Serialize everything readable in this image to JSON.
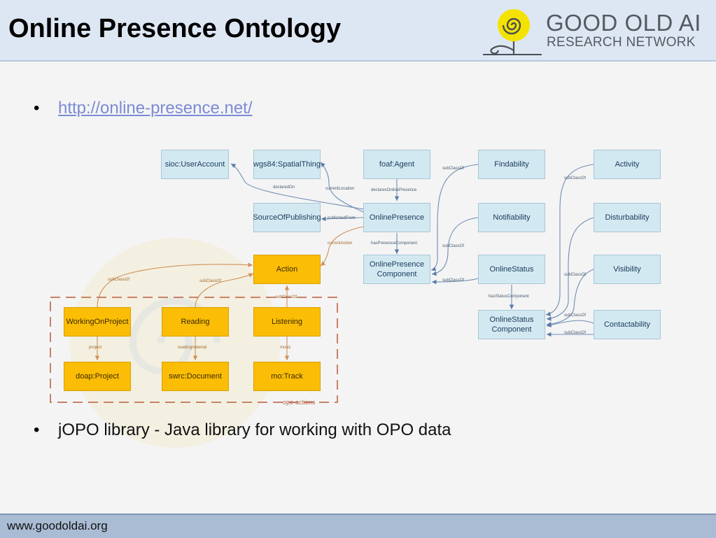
{
  "slide": {
    "title": "Online Presence Ontology",
    "footer": "www.goodoldai.org"
  },
  "logo": {
    "line1": "GOOD OLD AI",
    "line2": "RESEARCH NETWORK"
  },
  "bullets": [
    {
      "text": "http://online-presence.net/",
      "is_link": true
    },
    {
      "text": "jOPO library - Java library for working with OPO data",
      "is_link": false
    }
  ],
  "diagram": {
    "nodes": {
      "sioc_useraccount": "sioc:UserAccount",
      "wgs84_spatialthing": "wgs84:SpatialThing",
      "foaf_agent": "foaf:Agent",
      "findability": "Findability",
      "activity": "Activity",
      "sourceofpublishing": "SourceOfPublishing",
      "onlinepresence": "OnlinePresence",
      "notifiability": "Notifiability",
      "disturbability": "Disturbability",
      "action": "Action",
      "onlinepresence_component": "OnlinePresence Component",
      "onlinestatus": "OnlineStatus",
      "visibility": "Visibility",
      "onlinestatus_component": "OnlineStatus Component",
      "contactability": "Contactability",
      "workingonproject": "WorkingOnProject",
      "reading": "Reading",
      "listening": "Listening",
      "doap_project": "doap:Project",
      "swrc_document": "swrc:Document",
      "mo_track": "mo:Track"
    },
    "edge_labels": {
      "declaredon": "declaredOn",
      "currentlocation": "currentLocation",
      "declaresonlinepresence": "declaresOnlinePresence",
      "publishedfrom": "publishedFrom",
      "currentaction": "currentAction",
      "haspresencecomponent": "hasPresenceComponent",
      "hasstatuscomponent": "hasStatusComponent",
      "subclassof": "subClassOf",
      "project": "project",
      "readingmaterial": "readingmaterial",
      "music": "music"
    },
    "group_label": "opo-actions"
  }
}
